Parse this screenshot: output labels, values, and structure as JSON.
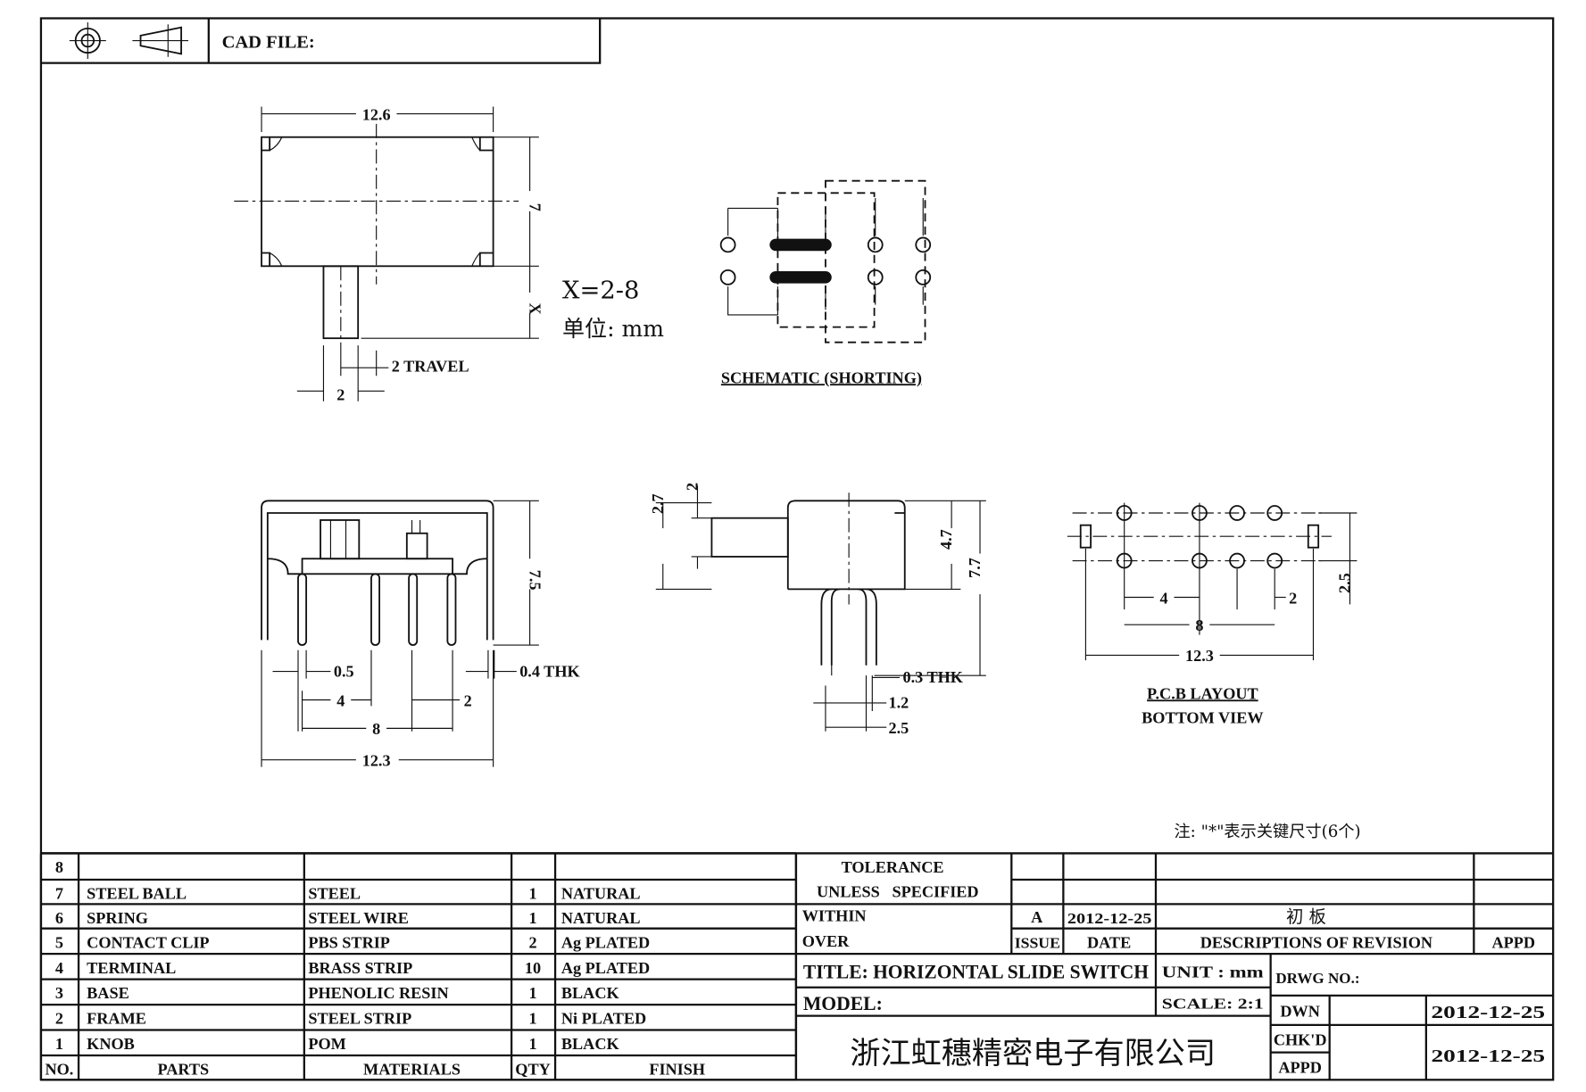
{
  "header": {
    "cad_file_label": "CAD FILE:"
  },
  "top_view": {
    "width_dim": "12.6",
    "height_dim": "7",
    "knob_dim": "X",
    "knob_width": "2",
    "travel": "2 TRAVEL",
    "x_range": "X=2-8",
    "unit_note": "单位: mm"
  },
  "schematic": {
    "label": "SCHEMATIC (SHORTING)"
  },
  "front_view": {
    "height": "7.5",
    "pin_width": "0.5",
    "pitch_4": "4",
    "pitch_2": "2",
    "span_8": "8",
    "width": "12.3",
    "thickness": "0.4 THK"
  },
  "side_view": {
    "d27": "2.7",
    "d2": "2",
    "d47": "4.7",
    "d77": "7.7",
    "thk": "0.3 THK",
    "d12": "1.2",
    "d25": "2.5"
  },
  "pcb": {
    "d4": "4",
    "d2": "2",
    "d8": "8",
    "d123": "12.3",
    "d25": "2.5",
    "label1": "P.C.B LAYOUT",
    "label2": "BOTTOM VIEW"
  },
  "note": "注: \"*\"表示关键尺寸(6个)",
  "bom": {
    "rows": [
      {
        "no": "8",
        "part": "",
        "material": "",
        "qty": "",
        "finish": ""
      },
      {
        "no": "7",
        "part": "STEEL BALL",
        "material": "STEEL",
        "qty": "1",
        "finish": "NATURAL"
      },
      {
        "no": "6",
        "part": "SPRING",
        "material": "STEEL WIRE",
        "qty": "1",
        "finish": "NATURAL"
      },
      {
        "no": "5",
        "part": "CONTACT CLIP",
        "material": "PBS STRIP",
        "qty": "2",
        "finish": "Ag PLATED"
      },
      {
        "no": "4",
        "part": "TERMINAL",
        "material": "BRASS STRIP",
        "qty": "10",
        "finish": "Ag PLATED"
      },
      {
        "no": "3",
        "part": "BASE",
        "material": "PHENOLIC RESIN",
        "qty": "1",
        "finish": "BLACK"
      },
      {
        "no": "2",
        "part": "FRAME",
        "material": "STEEL STRIP",
        "qty": "1",
        "finish": "Ni PLATED"
      },
      {
        "no": "1",
        "part": "KNOB",
        "material": "POM",
        "qty": "1",
        "finish": "BLACK"
      }
    ],
    "headers": {
      "no": "NO.",
      "part": "PARTS",
      "material": "MATERIALS",
      "qty": "QTY",
      "finish": "FINISH"
    }
  },
  "titleblock": {
    "tolerance": "TOLERANCE",
    "unless": "UNLESS   SPECIFIED",
    "within": "WITHIN",
    "over": "OVER",
    "issue_value": "A",
    "issue_date": "2012-12-25",
    "revision_desc": "初 板",
    "issue_label": "ISSUE",
    "date_label": "DATE",
    "desc_label": "DESCRIPTIONS OF REVISION",
    "appd_label": "APPD",
    "title": "TITLE: HORIZONTAL SLIDE SWITCH",
    "unit": "UNIT : mm",
    "drwg_no": "DRWG NO.:",
    "model": "MODEL:",
    "scale": "SCALE: 2:1",
    "company": "浙江虹穗精密电子有限公司",
    "dwn": "DWN",
    "dwn_date": "2012-12-25",
    "chkd": "CHK'D",
    "appd": "APPD",
    "chk_date": "2012-12-25"
  }
}
